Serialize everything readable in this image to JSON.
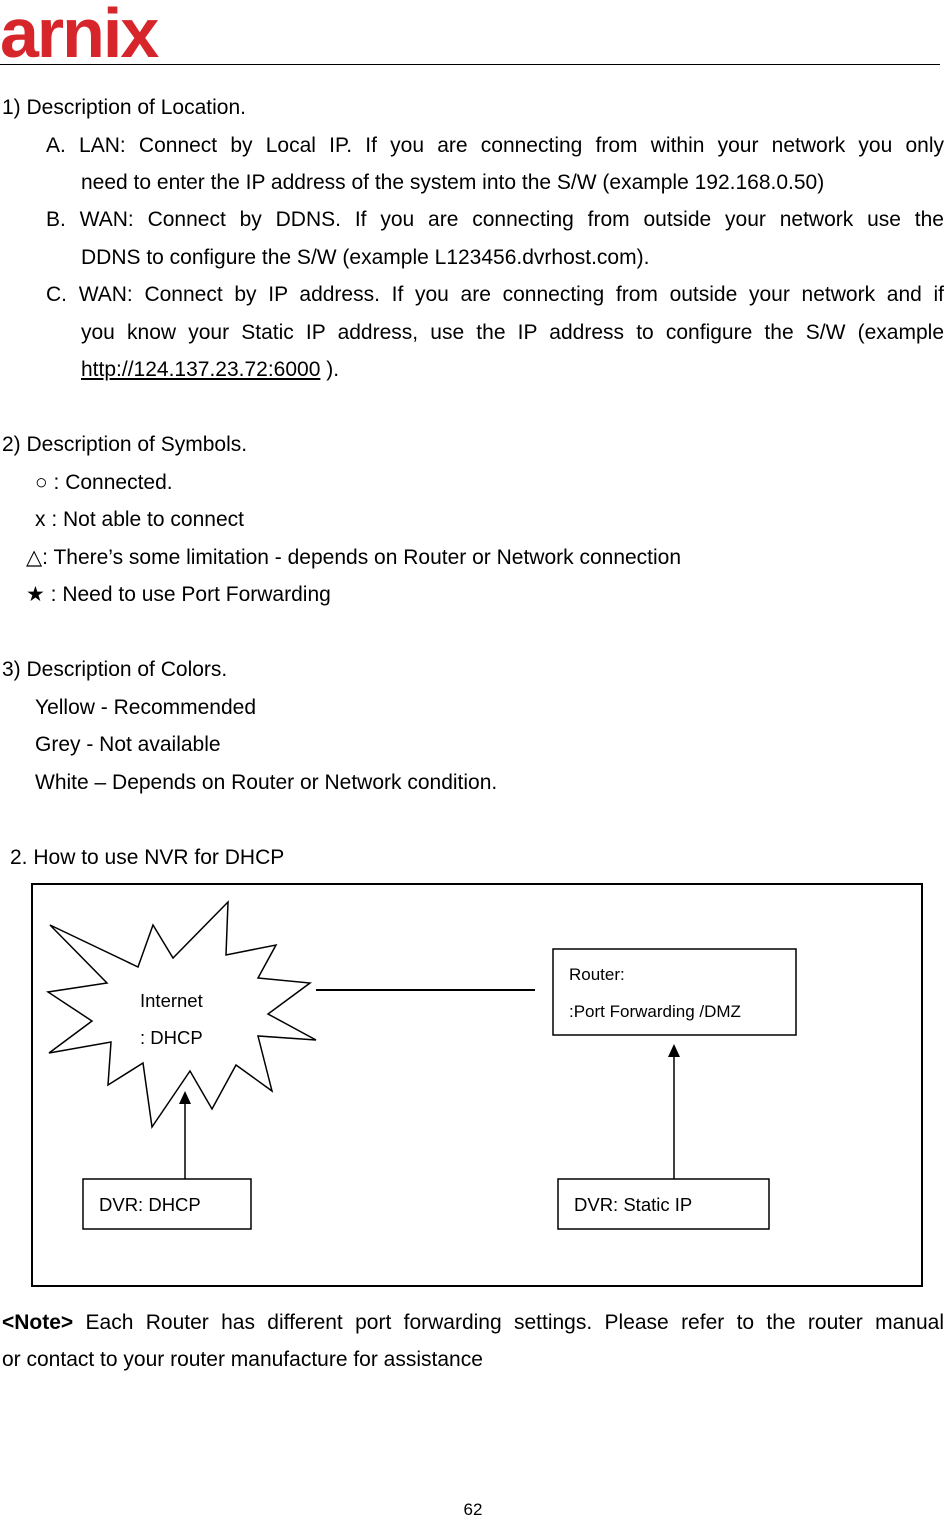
{
  "header": {
    "logo_text": "arnix",
    "brand_color": "#d7262b"
  },
  "location": {
    "heading": "1) Description of Location.",
    "a_line1": "A. LAN: Connect by Local IP. If you are connecting from within your network you only",
    "a_line2": "need to enter the IP address of the system into the S/W (example 192.168.0.50)",
    "b_line1": "B. WAN: Connect by DDNS. If you are connecting from outside your network use the",
    "b_line2": "DDNS to configure the S/W (example L123456.dvrhost.com).",
    "c_line1": "C. WAN: Connect by IP address. If you are connecting from outside your network and if",
    "c_line2": "you know your Static IP address, use the IP address to configure the S/W (example",
    "c_link": "http://124.137.23.72:6000",
    "c_link_tail": " )."
  },
  "symbols": {
    "heading": "2) Description of Symbols.",
    "connected": "○ : Connected.",
    "not_able": "x : Not able to connect",
    "limitation": "△: There’s some limitation - depends on Router or Network connection",
    "port_forwarding": "★ : Need to use Port Forwarding"
  },
  "colors": {
    "heading": "3) Description of Colors.",
    "yellow": "Yellow - Recommended",
    "grey": "Grey - Not available",
    "white": "White – Depends on Router or Network condition."
  },
  "section_title": "2. How to use NVR for DHCP",
  "diagram": {
    "internet_line1": "Internet",
    "internet_line2": ": DHCP",
    "router_line1": "Router:",
    "router_line2": ":Port Forwarding /DMZ",
    "dvr_dhcp": "DVR: DHCP",
    "dvr_static": "DVR: Static IP"
  },
  "note": {
    "label": "<Note>",
    "line1_rest": " Each Router has different port forwarding settings. Please refer to the router manual",
    "line2": "or contact to your router manufacture for assistance"
  },
  "page_number": "62"
}
